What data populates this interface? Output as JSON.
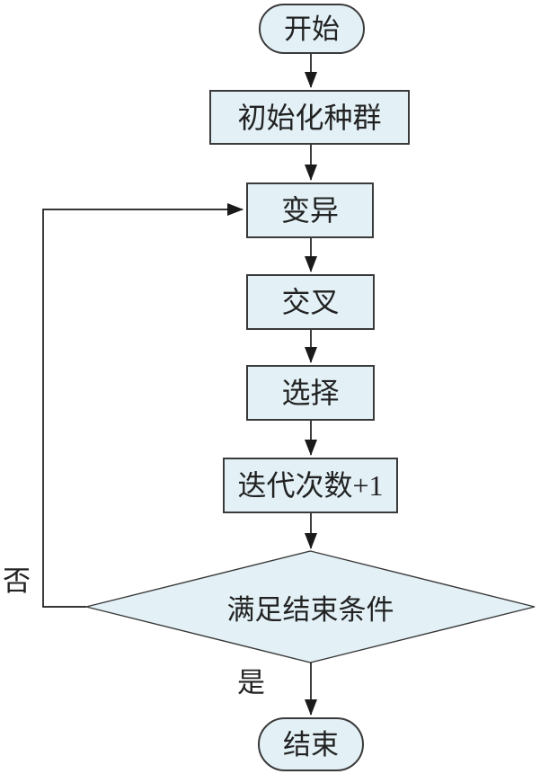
{
  "diagram": {
    "type": "flowchart",
    "language": "zh",
    "colors": {
      "node_fill": "#e3f1f7",
      "node_border": "#3a3a3a",
      "line": "#1a1a1a",
      "text": "#222222",
      "background": "#ffffff"
    },
    "nodes": {
      "start": {
        "shape": "terminator",
        "label": "开始"
      },
      "init": {
        "shape": "process",
        "label": "初始化种群"
      },
      "mutation": {
        "shape": "process",
        "label": "变异"
      },
      "crossover": {
        "shape": "process",
        "label": "交叉"
      },
      "selection": {
        "shape": "process",
        "label": "选择"
      },
      "iteration": {
        "shape": "process",
        "label": "迭代次数+1"
      },
      "decision": {
        "shape": "decision",
        "label": "满足结束条件"
      },
      "end": {
        "shape": "terminator",
        "label": "结束"
      }
    },
    "edges": [
      {
        "from": "start",
        "to": "init",
        "label": ""
      },
      {
        "from": "init",
        "to": "mutation",
        "label": ""
      },
      {
        "from": "mutation",
        "to": "crossover",
        "label": ""
      },
      {
        "from": "crossover",
        "to": "selection",
        "label": ""
      },
      {
        "from": "selection",
        "to": "iteration",
        "label": ""
      },
      {
        "from": "iteration",
        "to": "decision",
        "label": ""
      },
      {
        "from": "decision",
        "to": "end",
        "label": "是"
      },
      {
        "from": "decision",
        "to": "mutation",
        "label": "否"
      }
    ],
    "edge_labels": {
      "yes": "是",
      "no": "否"
    }
  }
}
